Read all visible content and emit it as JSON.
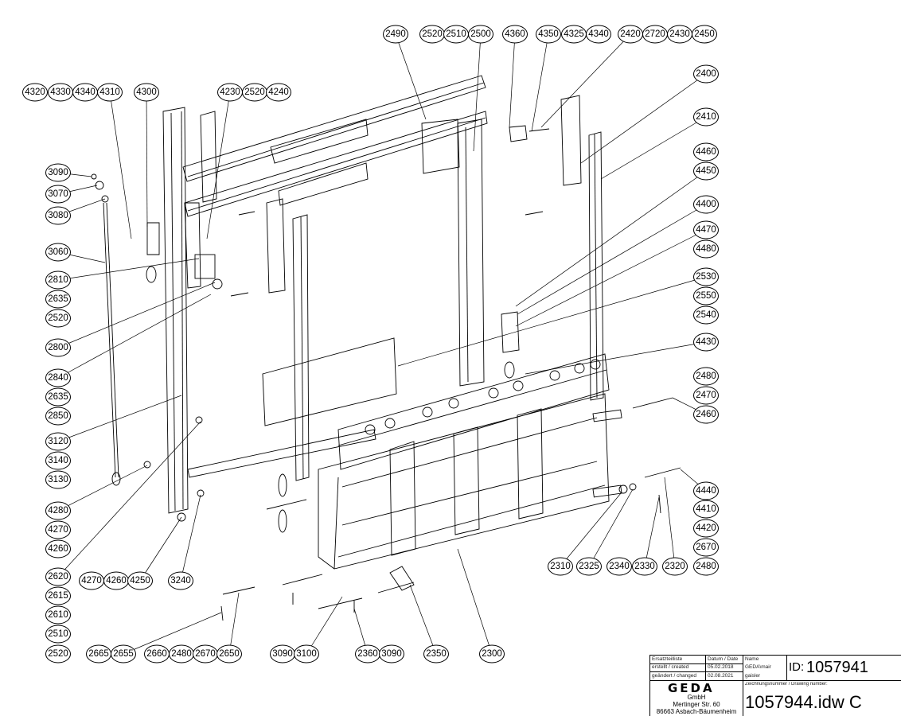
{
  "callouts": [
    "2490",
    "2520",
    "2510",
    "2500",
    "4360",
    "4350",
    "4325",
    "4340",
    "2420",
    "2720",
    "2430",
    "2450",
    "4320",
    "4330",
    "4340",
    "4310",
    "4300",
    "4230",
    "2520",
    "4240",
    "3090",
    "3070",
    "3080",
    "3060",
    "2810",
    "2635",
    "2520",
    "2800",
    "2840",
    "2635",
    "2850",
    "3120",
    "3140",
    "3130",
    "4280",
    "4270",
    "4260",
    "2620",
    "2615",
    "2610",
    "2510",
    "2520",
    "2400",
    "2410",
    "4460",
    "4450",
    "4400",
    "4470",
    "4480",
    "2530",
    "2550",
    "2540",
    "4430",
    "2480",
    "2470",
    "2460",
    "4440",
    "4410",
    "4420",
    "2670",
    "2480",
    "2310",
    "2325",
    "2340",
    "2330",
    "2320",
    "4270",
    "4260",
    "4250",
    "3240",
    "2665",
    "2655",
    "2660",
    "2480",
    "2670",
    "2650",
    "3090",
    "3100",
    "2360",
    "3090",
    "2350",
    "2300"
  ],
  "title_block": {
    "spare_parts_label": "Ersatzteilliste",
    "date_header": "Datum / Date",
    "name_header": "Name",
    "created_label": "erstellt / created",
    "created_date": "05.02.2018",
    "created_name": "GEDA\\mair",
    "changed_label": "geändert / changed",
    "changed_date": "02.08.2021",
    "changed_name": "gaisler",
    "id_label": "ID:",
    "id_value": "1057941",
    "drawing_number_label": "Zeichnungsnummer / Drawing number:",
    "drawing_number": "1057944.idw C",
    "company_logo": "GEDA",
    "company_suffix": "GmbH",
    "street": "Mertinger Str. 60",
    "city": "86663 Asbach-Bäumenheim"
  }
}
